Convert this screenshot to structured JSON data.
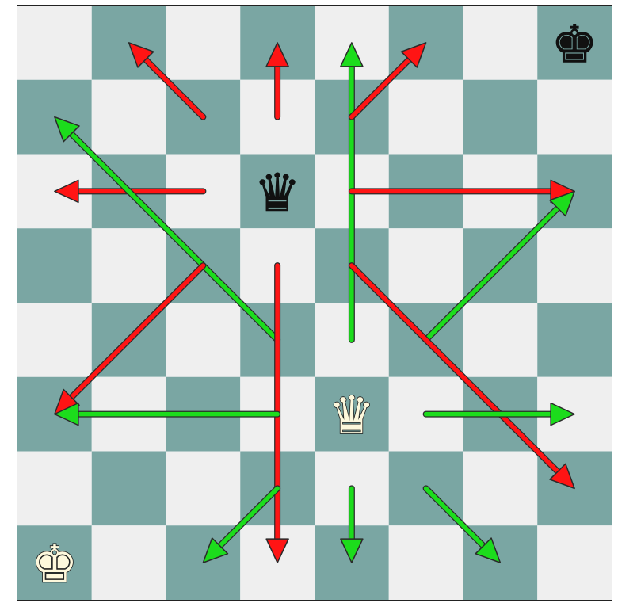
{
  "board": {
    "files": 8,
    "ranks": 8,
    "light_square_color": "#efefef",
    "dark_square_color": "#7aa6a3",
    "orientation": "white-bottom"
  },
  "pieces": [
    {
      "square": "h8",
      "piece": "king",
      "color": "black",
      "glyph": "♚",
      "icon": "black-king-icon"
    },
    {
      "square": "d6",
      "piece": "queen",
      "color": "black",
      "glyph": "♛",
      "icon": "black-queen-icon"
    },
    {
      "square": "e3",
      "piece": "queen",
      "color": "white",
      "glyph": "♛",
      "icon": "white-queen-icon"
    },
    {
      "square": "a1",
      "piece": "king",
      "color": "white",
      "glyph": "♚",
      "icon": "white-king-icon"
    }
  ],
  "arrow_colors": {
    "red": "#ff1414",
    "green": "#1cdc1c"
  },
  "arrows": [
    {
      "color": "red",
      "from": "c7",
      "to": "b8",
      "end": "head"
    },
    {
      "color": "red",
      "from": "d7",
      "to": "d8",
      "end": "head"
    },
    {
      "color": "red",
      "from": "c6",
      "to": "a6",
      "end": "head"
    },
    {
      "color": "green",
      "from": "d4",
      "to": "a7",
      "end": "head"
    },
    {
      "color": "green",
      "from": "e4",
      "to": "e8",
      "end": "head"
    },
    {
      "color": "red",
      "from": "e7",
      "to": "f8",
      "end": "head"
    },
    {
      "color": "red",
      "from": "e6",
      "to": "h6",
      "end": "head"
    },
    {
      "color": "green",
      "from": "f4",
      "to": "h6",
      "end": "head"
    },
    {
      "color": "red",
      "from": "e5",
      "to": "h2",
      "end": "head"
    },
    {
      "color": "red",
      "from": "c5",
      "to": "a3",
      "end": "head"
    },
    {
      "color": "red",
      "from": "d5",
      "to": "d1",
      "end": "head"
    },
    {
      "color": "green",
      "from": "d3",
      "to": "a3",
      "end": "head"
    },
    {
      "color": "green",
      "from": "f3",
      "to": "h3",
      "end": "head"
    },
    {
      "color": "green",
      "from": "d2",
      "to": "c1",
      "end": "head"
    },
    {
      "color": "green",
      "from": "e2",
      "to": "e1",
      "end": "head"
    },
    {
      "color": "green",
      "from": "f2",
      "to": "g1",
      "end": "head"
    }
  ]
}
